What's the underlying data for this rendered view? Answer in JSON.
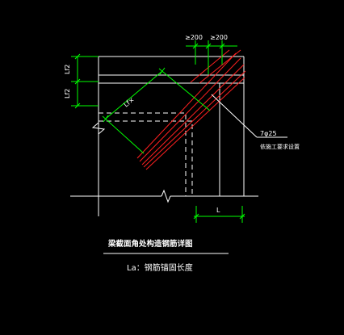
{
  "colors": {
    "background": "#000000",
    "structure": "#ffffff",
    "dimension": "#00ff00",
    "rebar": "#ff2020"
  },
  "labels": {
    "spacing_left": "≥200",
    "spacing_right": "≥200",
    "lf2_upper": "Lf2",
    "lf2_lower": "Lf2",
    "lf_diagonal": "Lf×",
    "bar_spec": "7φ25",
    "bar_note": "依施工要求设置",
    "width_l": "L",
    "title": "梁截面角处构造钢筋详图",
    "legend": "La：钢筋锚固长度"
  }
}
